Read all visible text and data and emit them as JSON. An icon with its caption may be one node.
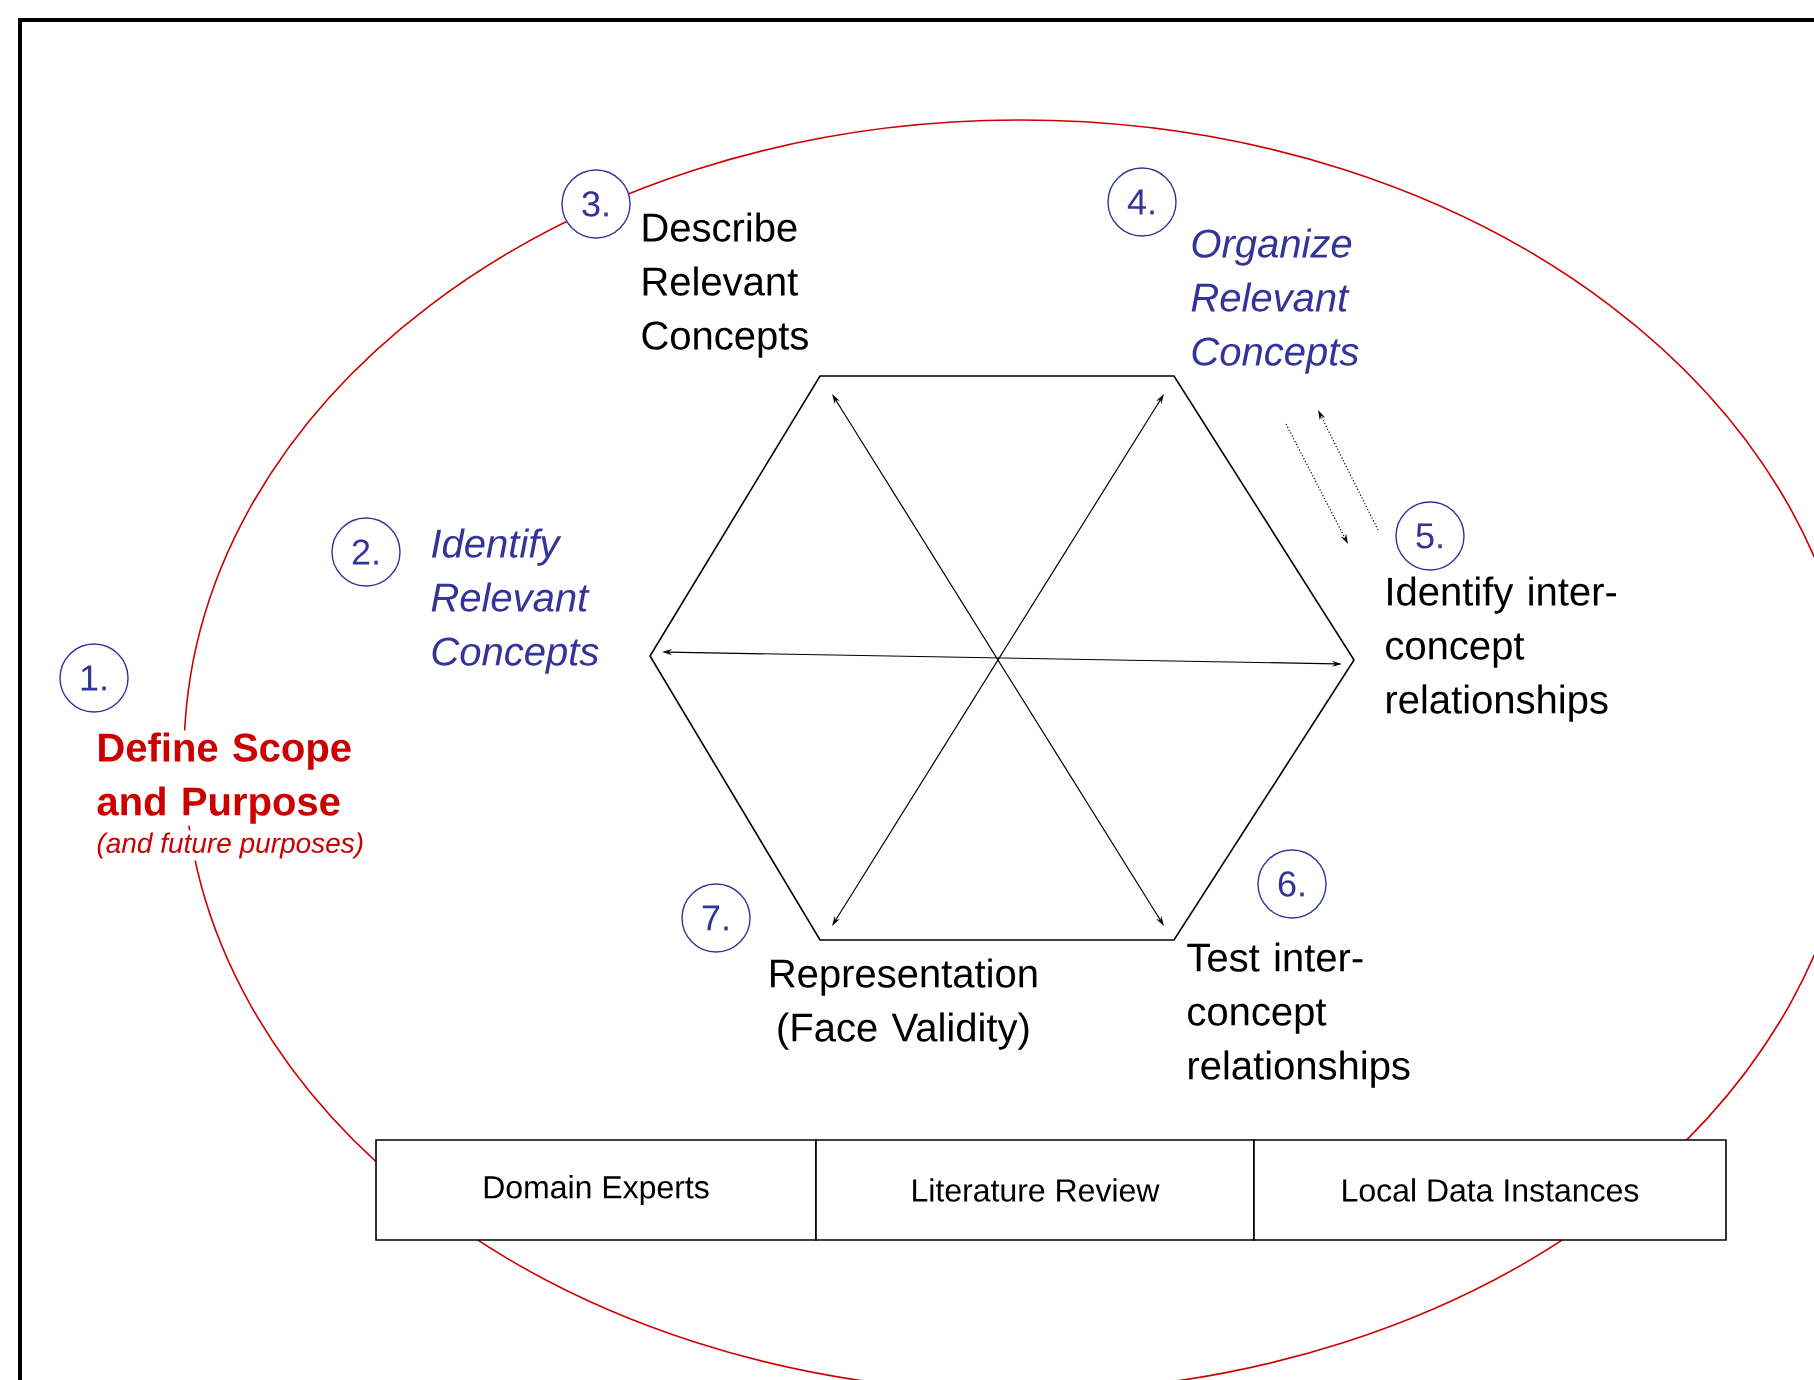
{
  "diagram": {
    "nodes": [
      {
        "text": [
          "1.",
          "Define Scope and Purpose",
          "(and future purposes)"
        ]
      },
      {
        "text": [
          "2.",
          "Identify Relevant Concepts"
        ]
      },
      {
        "text": [
          "3.",
          "Describe Relevant Concepts"
        ]
      },
      {
        "text": [
          "4.",
          "Organize Relevant Concepts"
        ]
      },
      {
        "text": [
          "5.",
          "Identify inter- concept relationships"
        ]
      },
      {
        "text": [
          "6.",
          "Test inter- concept relationships"
        ]
      },
      {
        "text": [
          "7.",
          "Representation (Face Validity)"
        ]
      },
      {
        "text": [
          "Domain Experts"
        ]
      },
      {
        "text": [
          "Literature Review"
        ]
      },
      {
        "text": [
          "Local Data Instances"
        ]
      }
    ],
    "edges": [
      {
        "from": 3,
        "to": 4,
        "arrow": "to",
        "style": "dashed"
      },
      {
        "from": 4,
        "to": 3,
        "arrow": "to",
        "style": "dashed"
      }
    ]
  }
}
